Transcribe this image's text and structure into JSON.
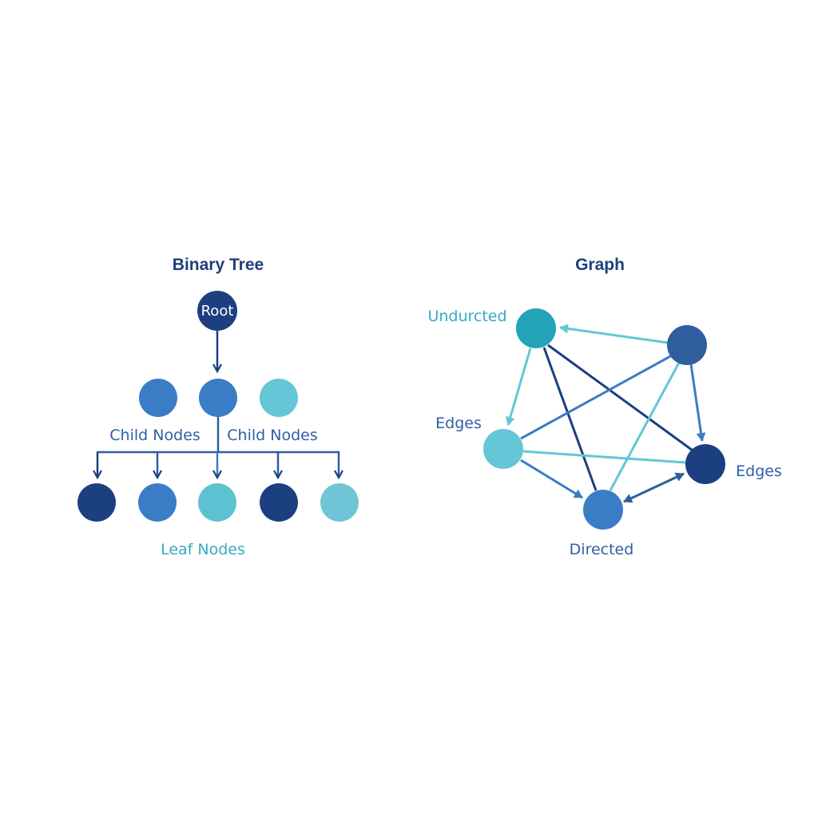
{
  "colors": {
    "navy": "#1c3f7f",
    "mid": "#3a7cc6",
    "light": "#64c6d6",
    "teal": "#23a3b8",
    "steel": "#2e5e9e",
    "label_blue": "#2f5fa6",
    "label_teal": "#37a9c6"
  },
  "tree": {
    "title": "Binary Tree",
    "root_label": "Root",
    "child_label_left": "Child Nodes",
    "child_label_right": "Child Nodes",
    "leaf_label": "Leaf Nodes"
  },
  "graph": {
    "title": "Graph",
    "label_undurcted": "Undurcted",
    "label_edges_left": "Edges",
    "label_edges_right": "Edges",
    "label_directed": "Directed"
  }
}
